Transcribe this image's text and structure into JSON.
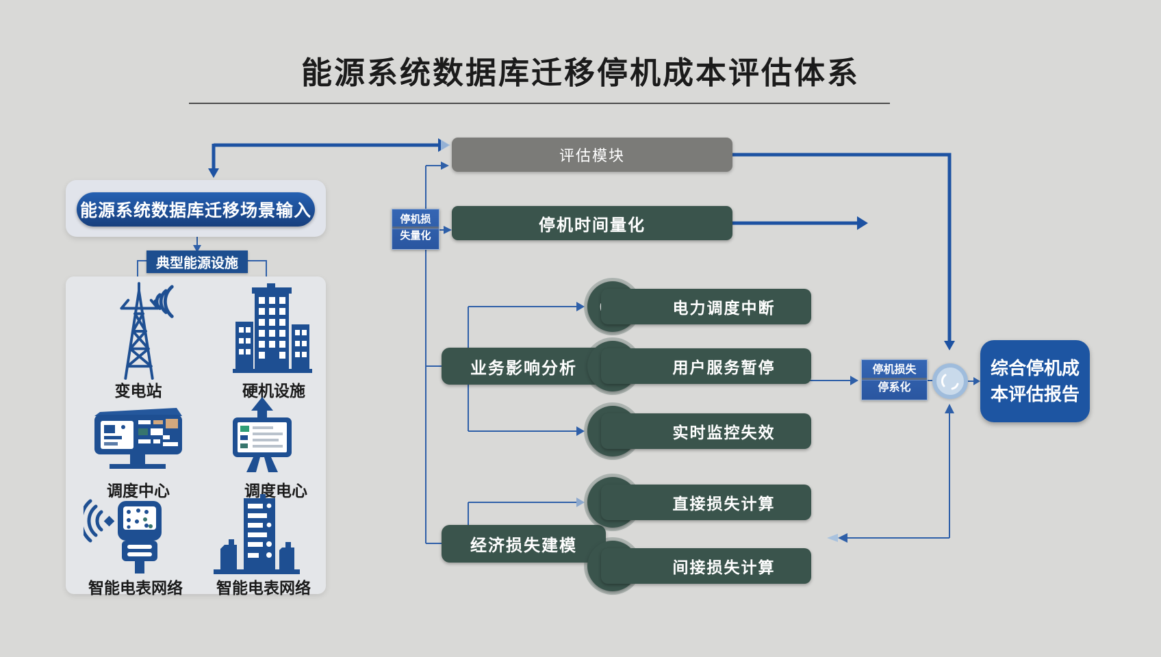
{
  "title": "能源系统数据库迁移停机成本评估体系",
  "input_box": {
    "label": "能源系统数据库迁移场景输入"
  },
  "facilities": {
    "header": "典型能源设施",
    "items": [
      {
        "label": "变电站",
        "icon": "transmission-tower-icon"
      },
      {
        "label": "硬机设施",
        "icon": "office-building-icon"
      },
      {
        "label": "调度中心",
        "icon": "control-console-icon"
      },
      {
        "label": "调度电心",
        "icon": "monitor-upload-icon"
      },
      {
        "label": "智能电表网络",
        "icon": "smart-meter-icon"
      },
      {
        "label": "智能电表网络",
        "icon": "city-buildings-icon"
      }
    ]
  },
  "assessment_module": {
    "label": "评估模块"
  },
  "downtime_quantification": {
    "label": "停机时间量化"
  },
  "loss_connector_left": {
    "line1": "停机损",
    "line2": "失量化"
  },
  "business_impact": {
    "label": "业务影响分析",
    "items": [
      {
        "label": "电力调度中断",
        "icon": "gauge-clock-icon"
      },
      {
        "label": "用户服务暂停",
        "icon": "service-pause-icon"
      },
      {
        "label": "实时监控失效",
        "icon": "monitor-offline-icon"
      }
    ]
  },
  "economic_loss": {
    "label": "经济损失建模",
    "items": [
      {
        "label": "直接损失计算",
        "icon": "lightning-icon"
      },
      {
        "label": "间接损失计算",
        "icon": "indirect-cycle-icon"
      }
    ]
  },
  "loss_connector_right": {
    "line1": "停机损失",
    "line2": "停系化"
  },
  "report_box": {
    "line1": "综合停机成",
    "line2": "本评估报告"
  },
  "colors": {
    "accent_blue": "#1d55a2",
    "navy": "#1d4e8f",
    "dark_green": "#3a544c",
    "gray_box": "#7b7b78",
    "arrow_blue": "#2b5ca8",
    "background": "#d9d9d7"
  }
}
